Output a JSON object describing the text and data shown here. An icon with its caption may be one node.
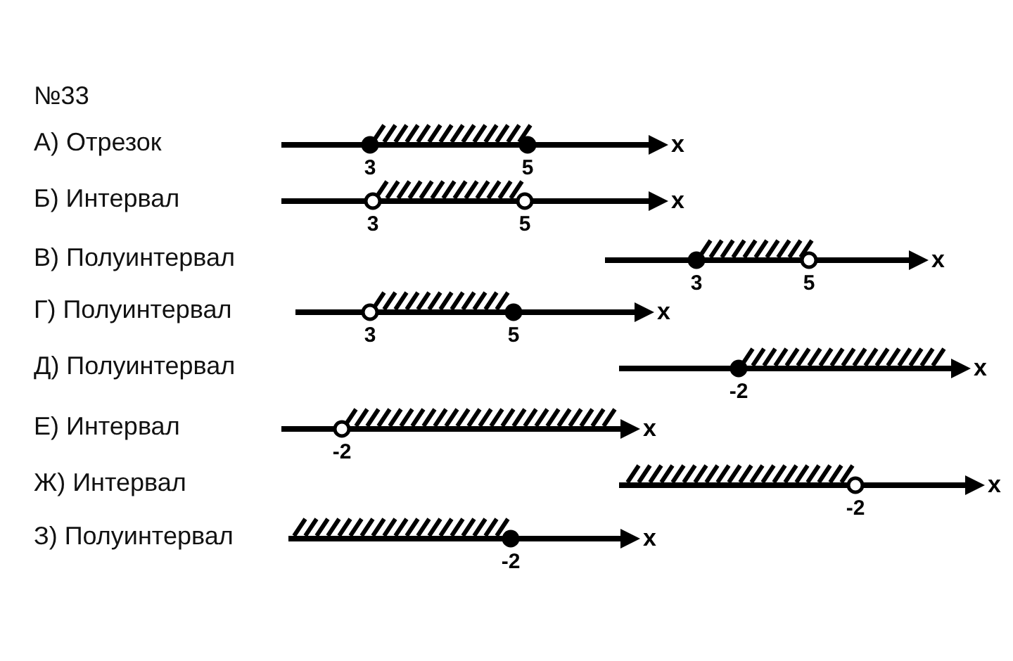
{
  "diagram": {
    "title": "№33",
    "labels": [
      "А) Отрезок",
      "3",
      "5",
      "x",
      "Б) Интервал",
      "3",
      "5",
      "x",
      "В) Полуинтервал",
      "3",
      "5",
      "x",
      "Г) Полуинтервал",
      "3",
      "5",
      "x",
      "Д) Полуинтервал",
      "-2",
      "x",
      "Е) Интервал",
      "-2",
      "x",
      "Ж) Интервал",
      "-2",
      "x",
      "З) Полуинтервал",
      "-2",
      "x"
    ]
  }
}
